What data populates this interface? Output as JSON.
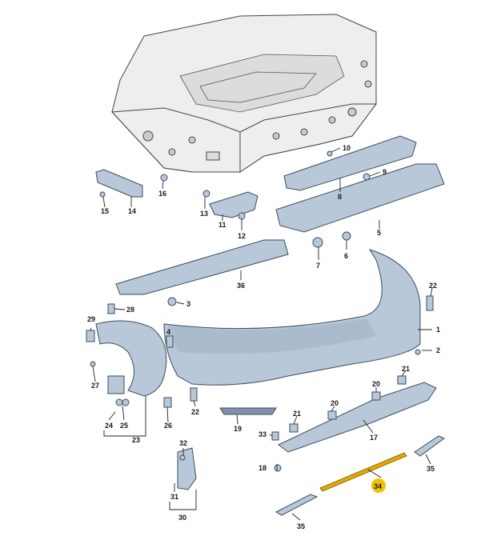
{
  "callouts": [
    {
      "id": "1",
      "label": "1"
    },
    {
      "id": "2",
      "label": "2"
    },
    {
      "id": "3",
      "label": "3"
    },
    {
      "id": "4",
      "label": "4"
    },
    {
      "id": "5",
      "label": "5"
    },
    {
      "id": "6",
      "label": "6"
    },
    {
      "id": "7",
      "label": "7"
    },
    {
      "id": "8",
      "label": "8"
    },
    {
      "id": "9",
      "label": "9"
    },
    {
      "id": "10",
      "label": "10"
    },
    {
      "id": "11",
      "label": "11"
    },
    {
      "id": "12",
      "label": "12"
    },
    {
      "id": "13",
      "label": "13"
    },
    {
      "id": "14",
      "label": "14"
    },
    {
      "id": "15",
      "label": "15"
    },
    {
      "id": "16",
      "label": "16"
    },
    {
      "id": "17",
      "label": "17"
    },
    {
      "id": "18",
      "label": "18"
    },
    {
      "id": "19",
      "label": "19"
    },
    {
      "id": "20",
      "label": "20"
    },
    {
      "id": "21a",
      "label": "21"
    },
    {
      "id": "21b",
      "label": "21"
    },
    {
      "id": "22a",
      "label": "22"
    },
    {
      "id": "22b",
      "label": "22"
    },
    {
      "id": "23",
      "label": "23"
    },
    {
      "id": "24",
      "label": "24"
    },
    {
      "id": "25",
      "label": "25"
    },
    {
      "id": "26",
      "label": "26"
    },
    {
      "id": "27",
      "label": "27"
    },
    {
      "id": "28",
      "label": "28"
    },
    {
      "id": "29",
      "label": "29"
    },
    {
      "id": "30",
      "label": "30"
    },
    {
      "id": "31",
      "label": "31"
    },
    {
      "id": "32",
      "label": "32"
    },
    {
      "id": "33",
      "label": "33"
    },
    {
      "id": "34",
      "label": "34",
      "highlight": true
    },
    {
      "id": "35a",
      "label": "35"
    },
    {
      "id": "35b",
      "label": "35"
    },
    {
      "id": "36",
      "label": "36"
    }
  ],
  "colors": {
    "part_fill": "#b8c8d8",
    "part_dark": "#7e93a8",
    "body_fill": "#eeeeee",
    "highlight_fill": "#f2c200",
    "highlight_part": "#e0a800"
  }
}
